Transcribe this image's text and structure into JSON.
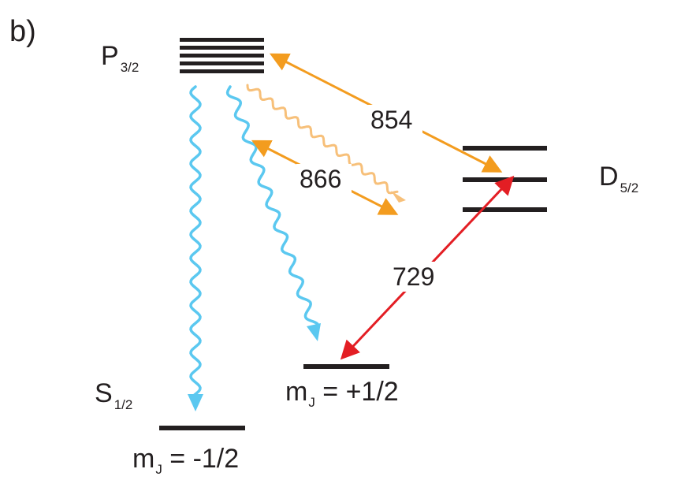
{
  "panel_label": "b)",
  "levels": {
    "p32": {
      "main": "P",
      "sub": "3/2"
    },
    "d52": {
      "main": "D",
      "sub": "5/2"
    },
    "s12": {
      "main": "S",
      "sub": "1/2"
    },
    "s12_minus": {
      "main": "m",
      "sub": "J",
      "rest": " = -1/2"
    },
    "s12_plus": {
      "main": "m",
      "sub": "J",
      "rest": " = +1/2"
    }
  },
  "transitions": {
    "t854": "854",
    "t866": "866",
    "t729": "729"
  },
  "colors": {
    "level": "#231f20",
    "spontaneous_decay": "#5bc8f0",
    "repump_laser": "#f39c1f",
    "weak_decay": "#f7c07a",
    "qubit_laser": "#e31e24"
  }
}
